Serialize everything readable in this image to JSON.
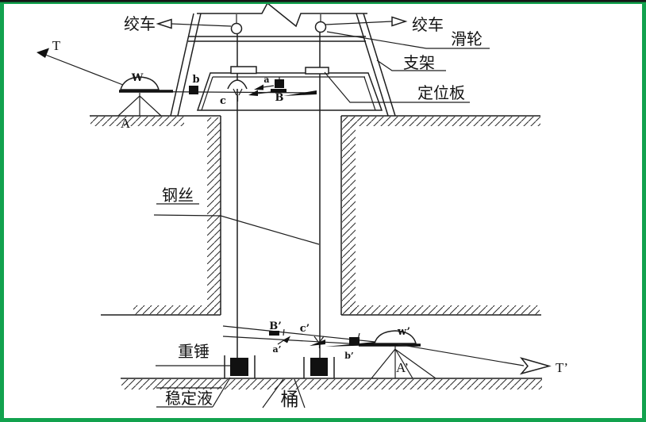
{
  "diagram": {
    "title": "shaft-orientation-survey-diagram",
    "labels": {
      "winch_left": "绞车",
      "winch_right": "绞车",
      "pulley": "滑轮",
      "bracket": "支架",
      "locating_plate": "定位板",
      "steel_wire": "钢丝",
      "plumb_weight": "重锤",
      "stabilizing_fluid": "稳定液",
      "bucket": "桶"
    },
    "marks": {
      "T": "T",
      "A": "A",
      "W": "W",
      "b": "b",
      "c": "c",
      "a": "a",
      "B": "B",
      "B2": "B’",
      "c2": "c’",
      "a2": "a’",
      "b2": "b’",
      "w2": "w’",
      "A2": "A’",
      "T2": "T’"
    },
    "colors": {
      "border_green": "#12a24e",
      "top_bar": "#161616",
      "ink": "#1e1e1e",
      "background": "#ffffff"
    }
  }
}
